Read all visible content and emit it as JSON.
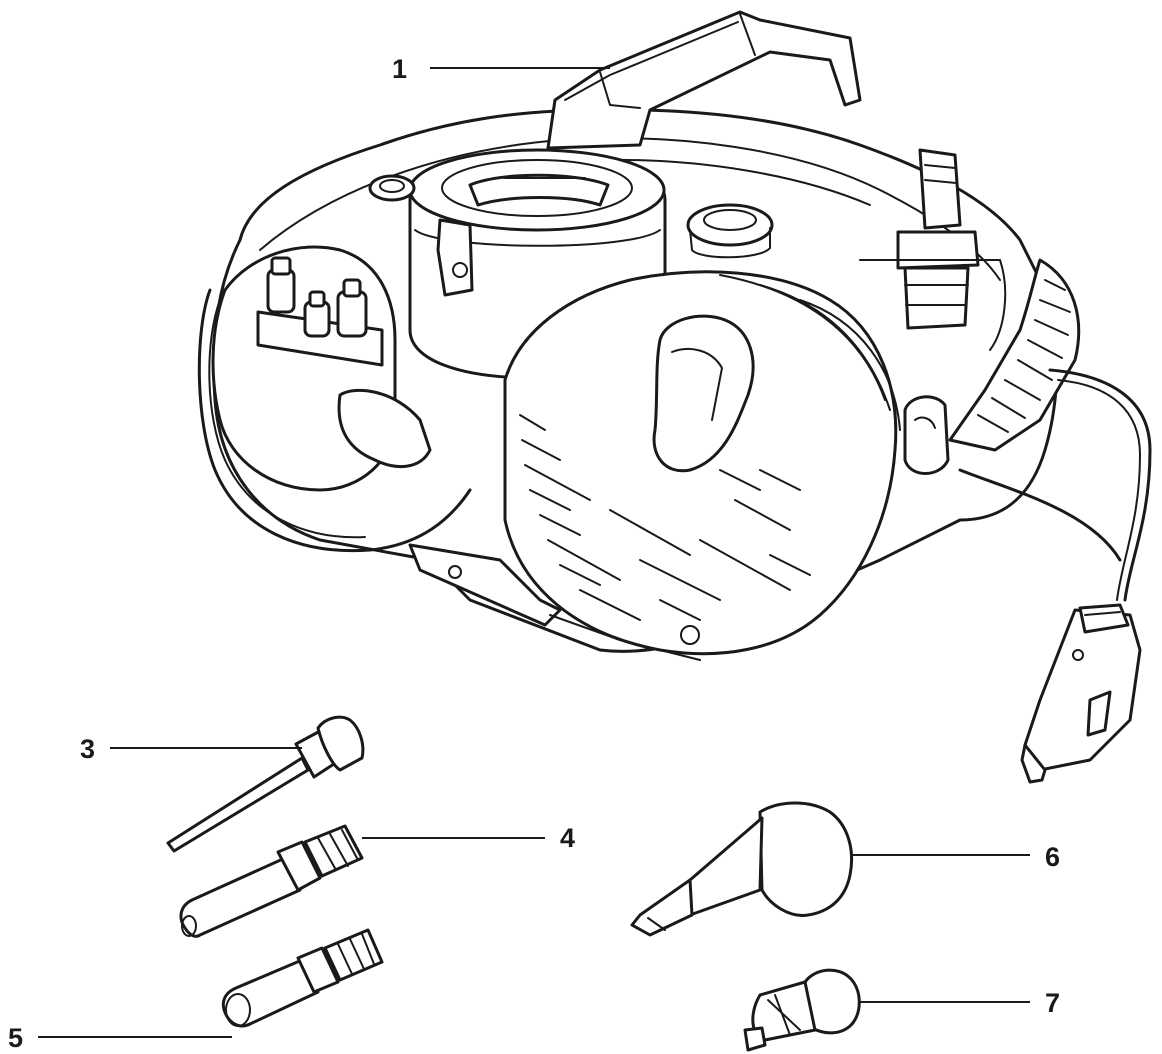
{
  "callouts": {
    "c1": "1",
    "c3": "3",
    "c4": "4",
    "c5": "5",
    "c6": "6",
    "c7": "7"
  },
  "colors": {
    "line": "#1a1a1a",
    "background": "#ffffff"
  }
}
